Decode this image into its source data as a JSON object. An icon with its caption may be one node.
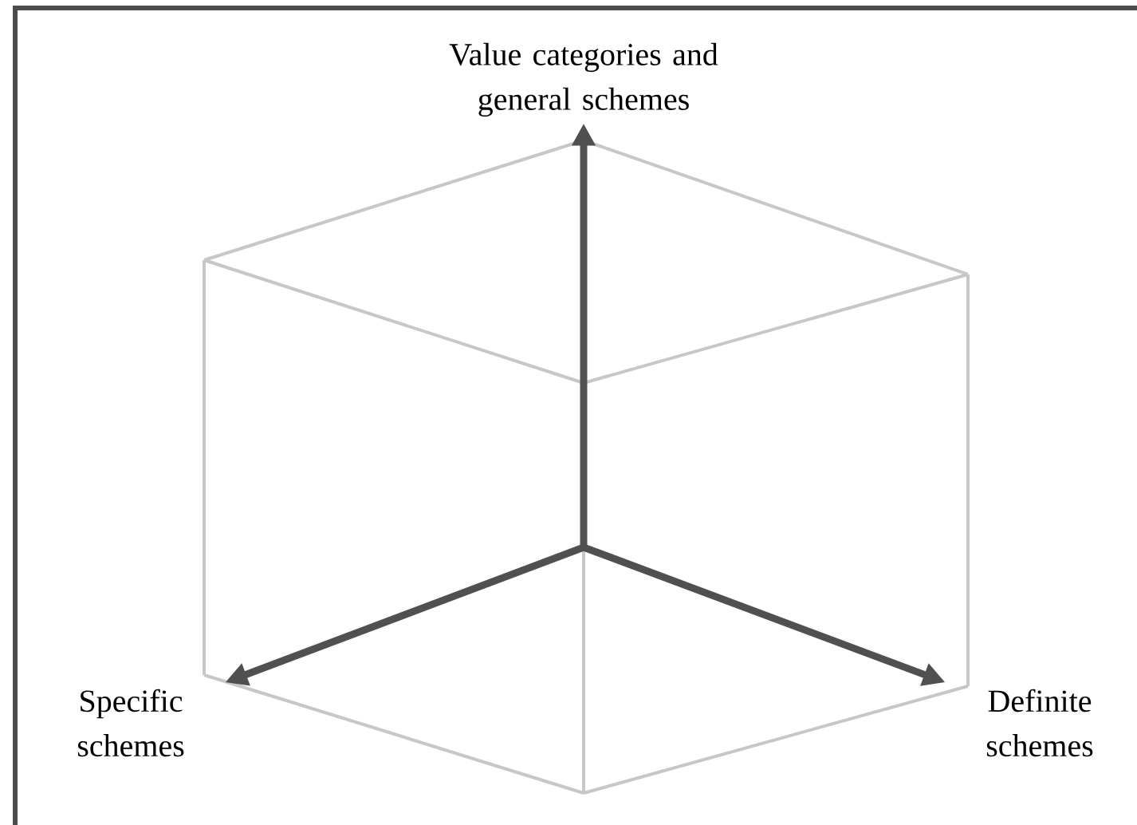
{
  "diagram": {
    "nodes": [
      {
        "text": [
          "Value categories and general schemes"
        ]
      },
      {
        "text": [
          "Specific schemes"
        ]
      },
      {
        "text": [
          "Definite schemes"
        ]
      }
    ],
    "edges": [
      {
        "from": null,
        "to": 0,
        "arrow": "to"
      },
      {
        "from": null,
        "to": 1,
        "arrow": "to"
      },
      {
        "from": null,
        "to": 2,
        "arrow": "to"
      }
    ]
  }
}
